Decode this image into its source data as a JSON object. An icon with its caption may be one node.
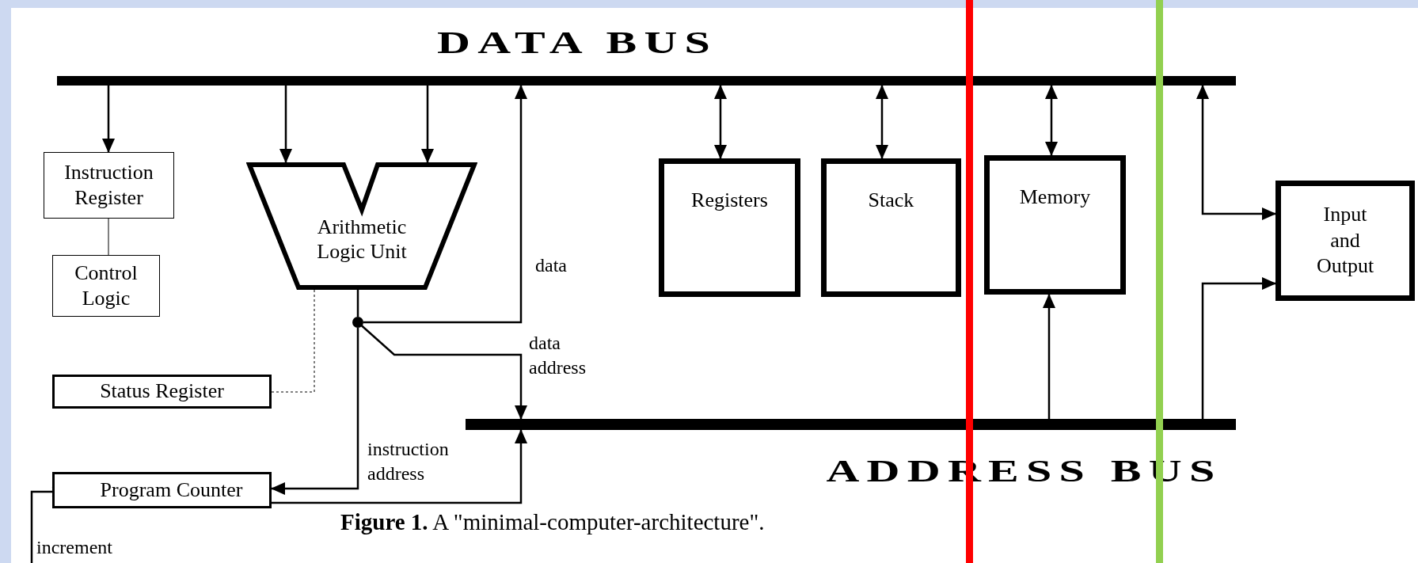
{
  "diagram": {
    "caption": "**Figure 1.**  A \"minimal-computer-architecture\".",
    "nodes": [
      {
        "text": [
          "DATA BUS"
        ]
      },
      {
        "text": [
          "Instruction Register"
        ]
      },
      {
        "text": [
          "Control Logic"
        ]
      },
      {
        "text": [
          "Arithmetic Logic Unit"
        ]
      },
      {
        "text": [
          "Status Register"
        ]
      },
      {
        "text": [
          "Program Counter"
        ]
      },
      {
        "text": [
          "Registers"
        ]
      },
      {
        "text": [
          "Stack"
        ]
      },
      {
        "text": [
          "Memory"
        ]
      },
      {
        "text": [
          "Input and Output"
        ]
      },
      {
        "text": [
          "ADDRESS BUS"
        ]
      },
      {
        "text": [],
        "shape": "circle"
      }
    ],
    "edges": [
      {
        "from": 0,
        "to": 1,
        "arrow": "to"
      },
      {
        "from": 0,
        "to": 3,
        "arrow": "to"
      },
      {
        "from": 0,
        "to": 3,
        "arrow": "to"
      },
      {
        "from": 1,
        "to": 2,
        "arrow": "none",
        "color": "#808080"
      },
      {
        "from": 3,
        "to": 11,
        "arrow": "none"
      },
      {
        "from": 3,
        "to": 4,
        "arrow": "to",
        "style": "dashed",
        "color": "#808080"
      },
      {
        "from": 11,
        "to": 0,
        "arrow": "to",
        "label": "data"
      },
      {
        "from": 11,
        "to": 10,
        "arrow": "to",
        "label": "data address"
      },
      {
        "from": 11,
        "to": 5,
        "arrow": "to",
        "label": "instruction address"
      },
      {
        "from": 5,
        "to": 10,
        "arrow": "to"
      },
      {
        "from": 6,
        "to": 0,
        "arrow": "both"
      },
      {
        "from": 7,
        "to": 0,
        "arrow": "both"
      },
      {
        "from": 8,
        "to": 0,
        "arrow": "both"
      },
      {
        "from": 10,
        "to": 8,
        "arrow": "to"
      },
      {
        "from": 0,
        "to": 9,
        "arrow": "both"
      },
      {
        "from": 10,
        "to": 9,
        "arrow": "to"
      },
      {
        "from": null,
        "to": 5,
        "arrow": "to",
        "label": "increment"
      }
    ]
  }
}
